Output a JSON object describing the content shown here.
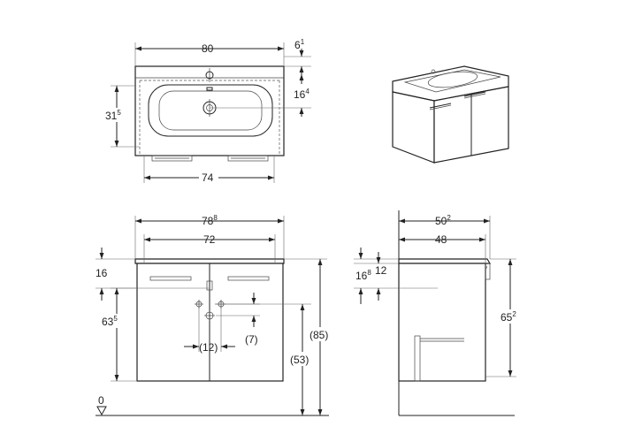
{
  "top_view": {
    "width": "80",
    "right_offset": "6",
    "right_offset_sup": "1",
    "depth": "31",
    "depth_sup": "5",
    "tap_offset": "16",
    "tap_offset_sup": "4",
    "inner_width": "74"
  },
  "front_view": {
    "overall_width": "78",
    "overall_width_sup": "8",
    "cabinet_width": "72",
    "basin_height": "16",
    "cabinet_height": "63",
    "cabinet_height_sup": "5",
    "drain_spacing": "(12)",
    "drain_offset": "(7)",
    "drain_height": "(53)",
    "total_height": "(85)",
    "floor_label": "0"
  },
  "side_view": {
    "overall_depth": "50",
    "overall_depth_sup": "2",
    "cabinet_depth": "48",
    "rim_height": "16",
    "rim_height_sup": "8",
    "rim_thickness": "12",
    "side_height": "65",
    "side_height_sup": "2"
  }
}
